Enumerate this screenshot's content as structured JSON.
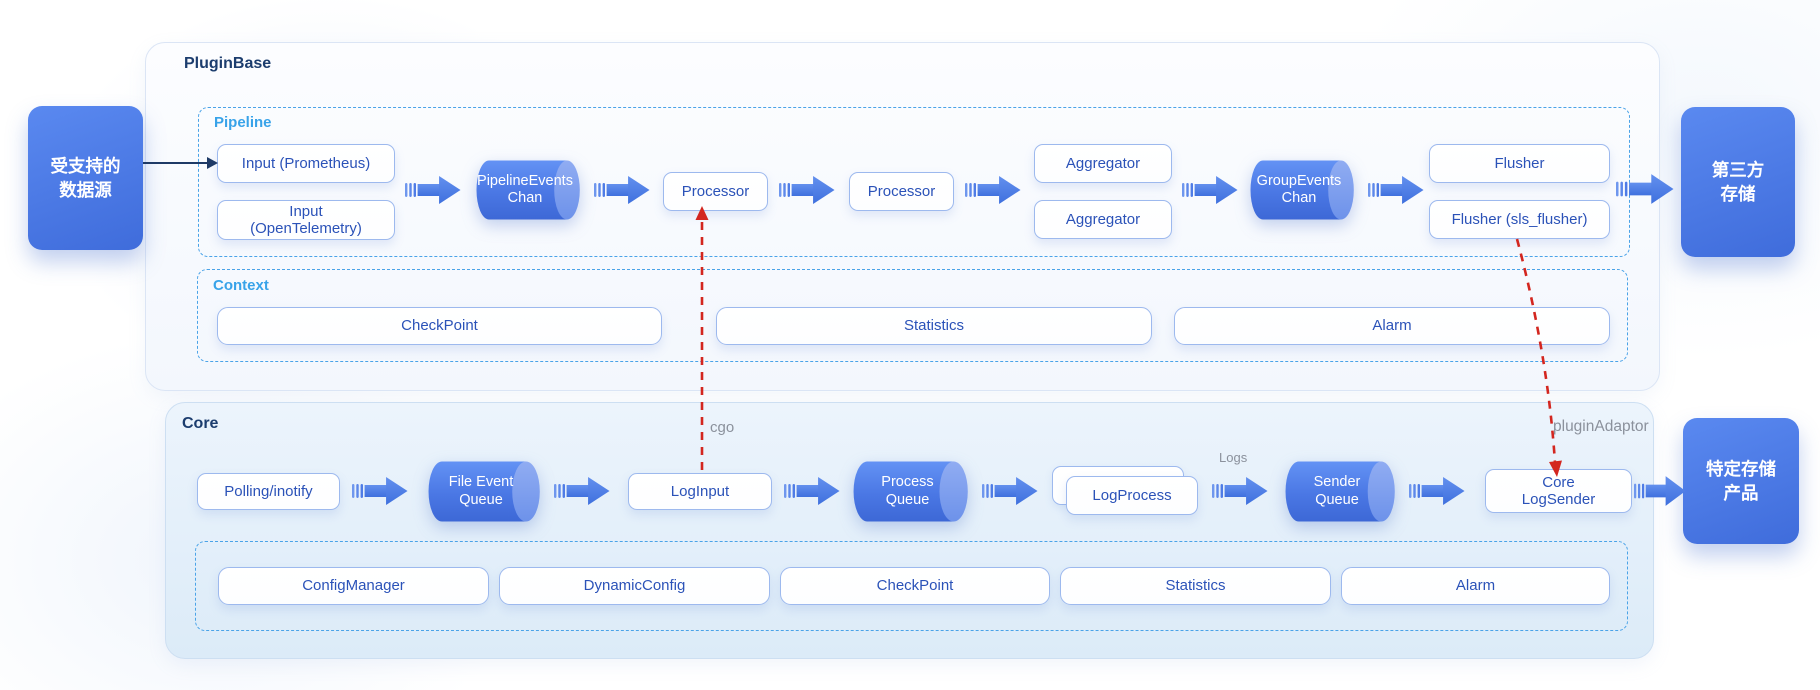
{
  "pluginbase": {
    "title": "PluginBase",
    "pipeline": {
      "title": "Pipeline",
      "nodes": {
        "input_prometheus": "Input (Prometheus)",
        "input_opentelemetry": "Input\n(OpenTelemetry)",
        "pipeline_events_chan": "PipelineEvents\nChan",
        "processor_1": "Processor",
        "processor_2": "Processor",
        "aggregator_1": "Aggregator",
        "aggregator_2": "Aggregator",
        "group_events_chan": "GroupEvents\nChan",
        "flusher": "Flusher",
        "flusher_sls": "Flusher (sls_flusher)"
      }
    },
    "context": {
      "title": "Context",
      "items": [
        "CheckPoint",
        "Statistics",
        "Alarm"
      ]
    }
  },
  "core": {
    "title": "Core",
    "nodes": {
      "polling_inotify": "Polling/inotify",
      "file_event_queue": "File Event\nQueue",
      "log_input": "LogInput",
      "process_queue": "Process\nQueue",
      "log_process": "LogProcess",
      "sender_queue": "Sender\nQueue",
      "core_log_sender": "Core\nLogSender"
    },
    "services": [
      "ConfigManager",
      "DynamicConfig",
      "CheckPoint",
      "Statistics",
      "Alarm"
    ]
  },
  "external": {
    "data_source": "受支持的\n数据源",
    "third_party_storage": "第三方\n存储",
    "specific_storage": "特定存储\n产品"
  },
  "annotations": {
    "cgo": "cgo",
    "plugin_adaptor": "pluginAdaptor",
    "logs": "Logs"
  },
  "colors": {
    "accent_blue": "#4a7ce4",
    "cylinder_blue": "#4a77e4",
    "deep_navy": "#1e3a66",
    "node_text_blue": "#2b52b8",
    "section_label_blue": "#38a3e9",
    "dashed_border_blue": "#4aa3e8",
    "red_dashed": "#d3261f",
    "grey_annotation": "#8b919c"
  }
}
